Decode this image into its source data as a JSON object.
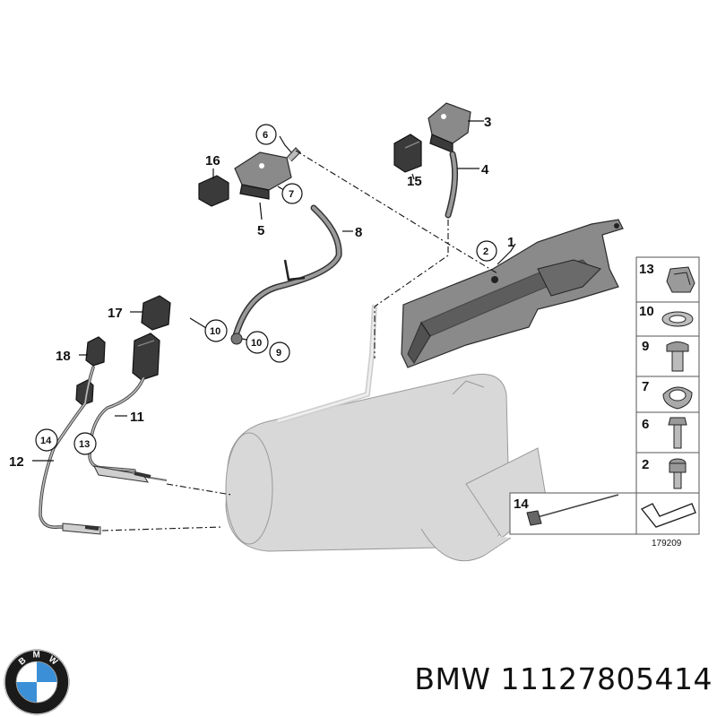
{
  "diagram": {
    "parts": [
      {
        "id": "1",
        "label": "1"
      },
      {
        "id": "2",
        "label": "2"
      },
      {
        "id": "3",
        "label": "3"
      },
      {
        "id": "4",
        "label": "4"
      },
      {
        "id": "5",
        "label": "5"
      },
      {
        "id": "6",
        "label": "6"
      },
      {
        "id": "7",
        "label": "7"
      },
      {
        "id": "8",
        "label": "8"
      },
      {
        "id": "9",
        "label": "9"
      },
      {
        "id": "10",
        "label": "10"
      },
      {
        "id": "11",
        "label": "11"
      },
      {
        "id": "12",
        "label": "12"
      },
      {
        "id": "13",
        "label": "13"
      },
      {
        "id": "14",
        "label": "14"
      },
      {
        "id": "15",
        "label": "15"
      },
      {
        "id": "16",
        "label": "16"
      },
      {
        "id": "17",
        "label": "17"
      },
      {
        "id": "18",
        "label": "18"
      }
    ],
    "legend": {
      "items": [
        "13",
        "10",
        "9",
        "7",
        "6",
        "2"
      ],
      "bottom_item": "14",
      "ref_number": "179209"
    }
  },
  "logo": {
    "text": "BMW",
    "colors": {
      "blue": "#3b8fd6",
      "white": "#ffffff",
      "ring": "#1a1a1a"
    }
  },
  "caption": {
    "text": "BMW 11127805414"
  }
}
